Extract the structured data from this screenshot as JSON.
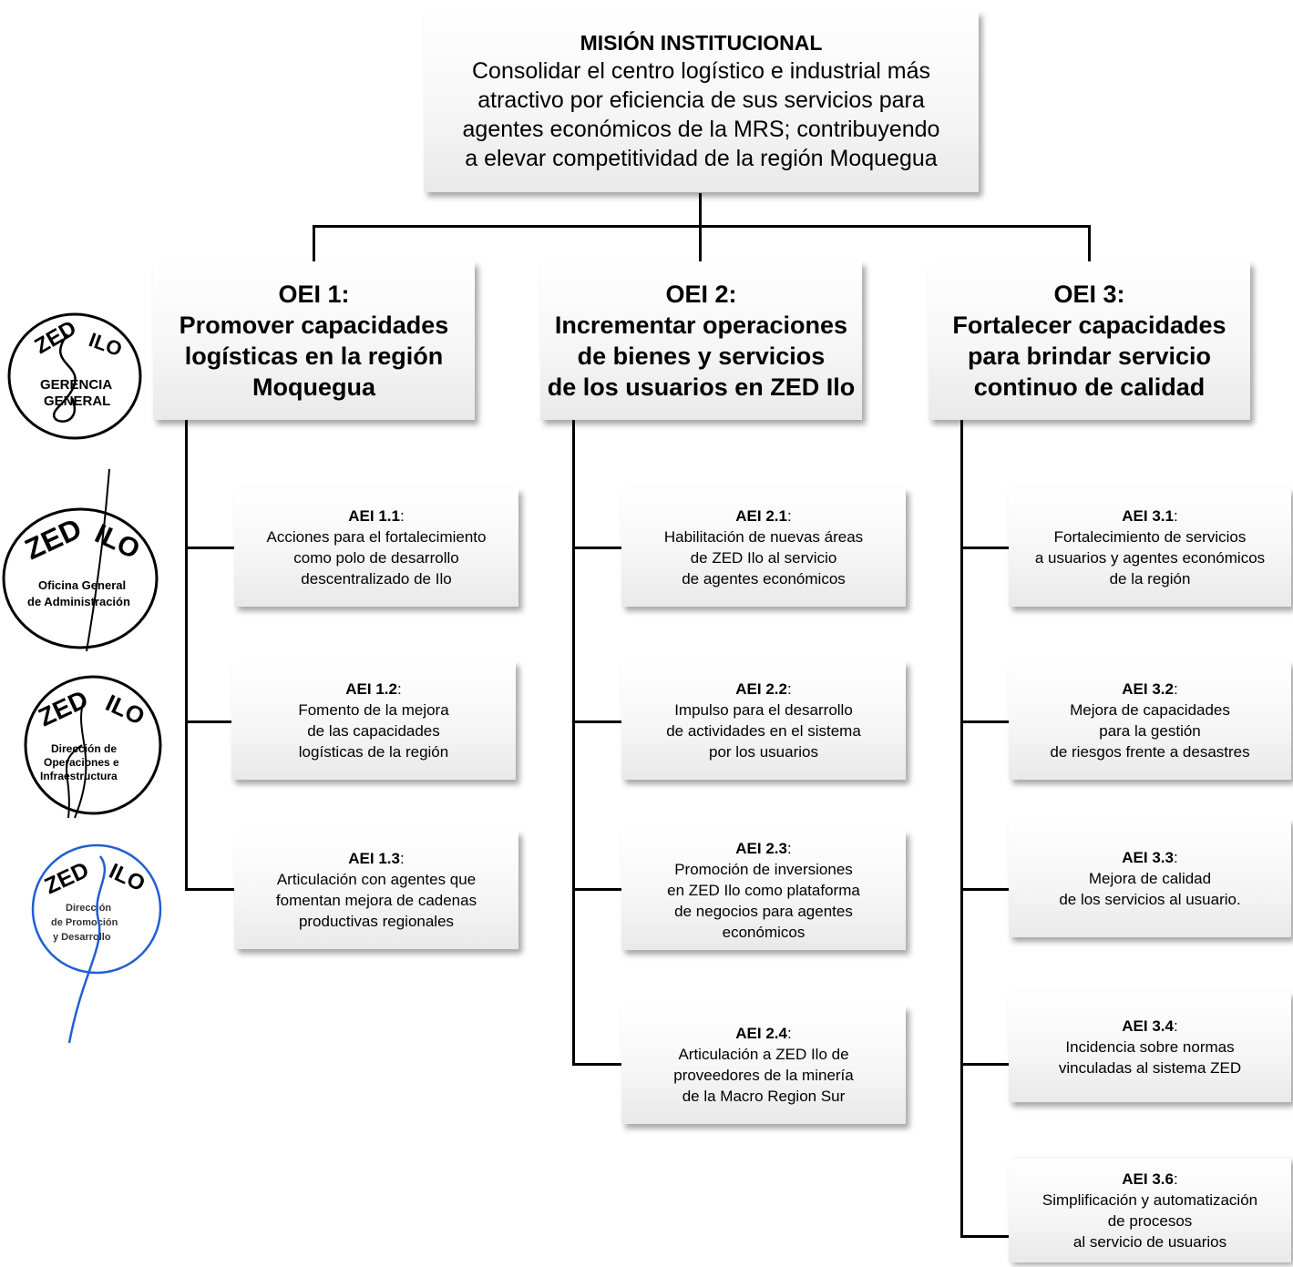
{
  "mission": {
    "title": "MISIÓN INSTITUCIONAL",
    "text": "Consolidar el centro logístico e industrial más\natractivo por eficiencia de sus servicios para\nagentes económicos de la MRS; contribuyendo\na elevar competitividad de la región Moquegua"
  },
  "oei": [
    {
      "label": "OEI 1:\nPromover capacidades\nlogísticas en la región\nMoquegua"
    },
    {
      "label": "OEI 2:\nIncrementar operaciones\nde bienes y servicios\nde los usuarios en ZED Ilo"
    },
    {
      "label": "OEI 3:\nFortalecer capacidades\npara brindar servicio\ncontinuo de calidad"
    }
  ],
  "aei": {
    "c1": [
      {
        "code": "AEI 1.1",
        "sep": ":",
        "text": "Acciones para el fortalecimiento\ncomo polo de desarrollo\ndescentralizado de Ilo"
      },
      {
        "code": "AEI 1.2",
        "sep": ":",
        "text": "Fomento de la mejora\nde las capacidades\nlogísticas de la región"
      },
      {
        "code": "AEI 1.3",
        "sep": ":",
        "text": "Articulación con agentes que\nfomentan mejora de cadenas\nproductivas regionales"
      }
    ],
    "c2": [
      {
        "code": "AEI 2.1",
        "sep": ":",
        "text": "Habilitación de nuevas áreas\nde ZED Ilo al servicio\nde agentes económicos"
      },
      {
        "code": "AEI 2.2",
        "sep": ":",
        "text": "Impulso para el desarrollo\nde actividades en el sistema\npor los usuarios"
      },
      {
        "code": "AEI 2.3",
        "sep": ":",
        "text": "Promoción de inversiones\nen ZED Ilo como plataforma\nde negocios para agentes\neconómicos"
      },
      {
        "code": "AEI 2.4",
        "sep": ":",
        "text": "Articulación a ZED Ilo de\nproveedores de la minería\nde la Macro Region Sur"
      }
    ],
    "c3": [
      {
        "code": "AEI 3.1",
        "sep": ":",
        "text": "Fortalecimiento de servicios\na usuarios y agentes económicos\nde la región"
      },
      {
        "code": "AEI 3.2",
        "sep": ":",
        "text": "Mejora de capacidades\npara la gestión\nde riesgos frente a desastres"
      },
      {
        "code": "AEI 3.3",
        "sep": ":",
        "text": "Mejora de calidad\nde los servicios al usuario."
      },
      {
        "code": "AEI 3.4",
        "sep": ":",
        "text": "Incidencia sobre normas\nvinculadas al sistema ZED"
      },
      {
        "code": "AEI 3.6",
        "sep": ":",
        "text": "Simplificación y automatización\nde procesos\nal servicio de usuarios"
      }
    ]
  },
  "stamps": [
    {
      "top": "ZED ILO",
      "bottom": "GERENCIA\nGENERAL"
    },
    {
      "top": "ZED ILO",
      "bottom": "Oficina General\nde Administración"
    },
    {
      "top": "ZED ILO",
      "bottom": "Dirección de\nOperaciones e\nInfraestructura"
    },
    {
      "top": "ZED ILO",
      "bottom": "Dirección\nde Promoción\ny Desarrollo"
    }
  ],
  "colors": {
    "ink": "#000000",
    "signature": "#1f5fd6"
  }
}
